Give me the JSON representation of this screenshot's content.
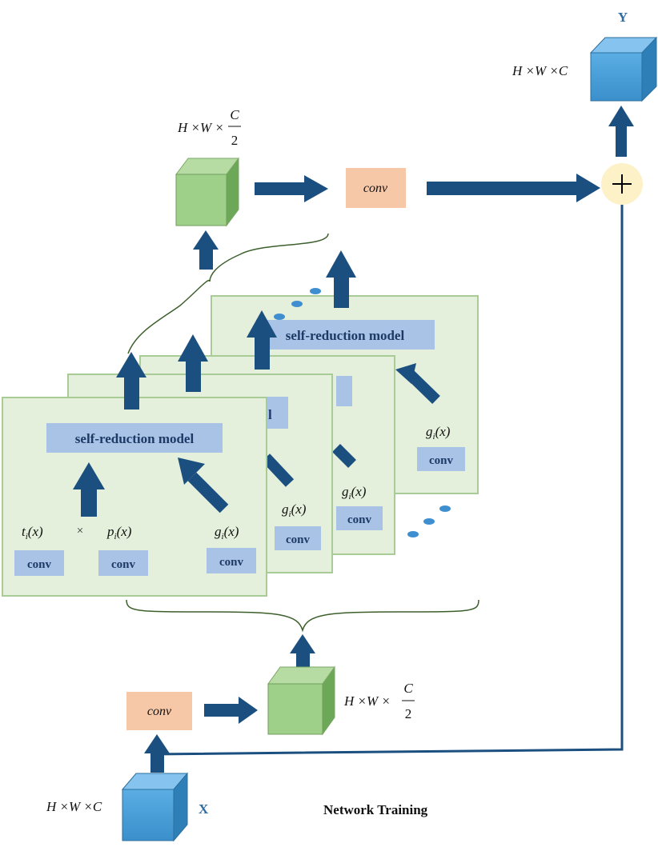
{
  "output": {
    "label": "Y",
    "dims": "H ×W ×C"
  },
  "input": {
    "label": "X",
    "dims": "H ×W ×C"
  },
  "top_feature": {
    "dims_prefix": "H ×W ×",
    "numerator": "C",
    "denominator": "2"
  },
  "bottom_feature": {
    "dims_prefix": "H ×W ×",
    "numerator": "C",
    "denominator": "2"
  },
  "conv_top": "conv",
  "conv_bottom": "conv",
  "sum_symbol": "+",
  "caption": "Network Training",
  "cards": {
    "front": {
      "title": "self-reduction model",
      "t_func": "t",
      "t_sub": "i",
      "t_arg": "(x)",
      "times": "×",
      "p_func": "p",
      "p_sub": "i",
      "p_arg": "(x)",
      "g_func": "g",
      "g_sub": "i",
      "g_arg": "(x)",
      "conv1": "conv",
      "conv2": "conv",
      "conv3": "conv"
    },
    "second": {
      "title_fragment": "l",
      "g_func": "g",
      "g_sub": "i",
      "g_arg": "(x)",
      "conv": "conv"
    },
    "third": {
      "g_func": "g",
      "g_sub": "i",
      "g_arg": "(x)",
      "conv": "conv"
    },
    "back": {
      "title": "self-reduction model",
      "g_func": "g",
      "g_sub": "i",
      "g_arg": "(x)",
      "conv": "conv"
    }
  },
  "colors": {
    "arrow": "#1b4f7f",
    "card_fill": "#e4f0dc",
    "card_border": "#a9cc96",
    "label_box": "#a9c3e6",
    "conv_orange": "#f7c8a8",
    "cube_blue": "#4a9fd8",
    "cube_green": "#9fd08a",
    "sum_fill": "#fdf1c8"
  }
}
